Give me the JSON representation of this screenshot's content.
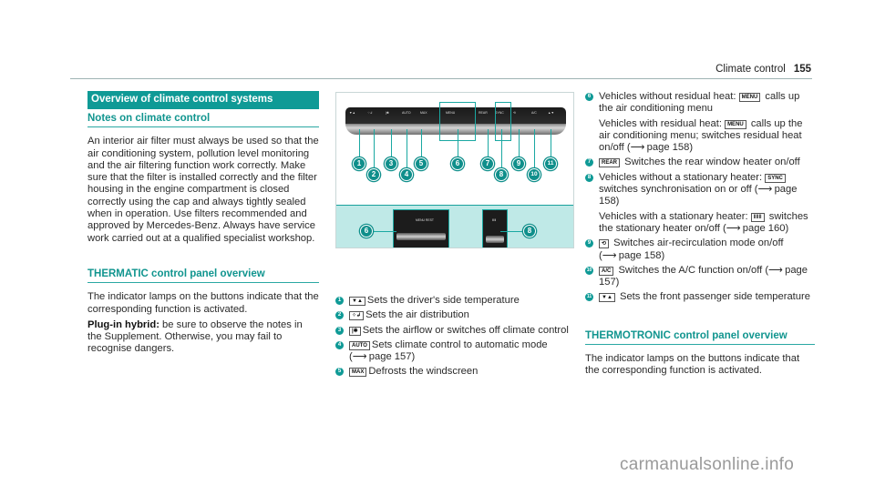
{
  "header": {
    "section": "Climate control",
    "page": "155"
  },
  "col1": {
    "banner": "Overview of climate control systems",
    "notes_heading": "Notes on climate control",
    "notes_text": "An interior air filter must always be used so that the air conditioning system, pollution level monitoring and the air filtering function work correctly. Make sure that the filter is installed correctly and the filter housing in the engine compartment is closed correctly using the cap and always tightly sealed when in operation. Use filters recommended and approved by Mercedes-Benz. Always have service work carried out at a qualified specialist workshop.",
    "thermatic_heading": "THERMATIC control panel overview",
    "thermatic_text": "The indicator lamps on the buttons indicate that the corresponding function is activated.",
    "hybrid_label": "Plug-in hybrid:",
    "hybrid_text": " be sure to observe the notes in the Supplement. Otherwise, you may fail to recognise dangers."
  },
  "diagram": {
    "panel_labels": [
      "▼▲",
      "⁘↲",
      "|✱",
      "AUTO",
      "MAX",
      "MENU",
      "REAR",
      "SYNC",
      "⟲",
      "A/C",
      "▲▼"
    ],
    "markers": [
      "1",
      "2",
      "3",
      "4",
      "5",
      "6",
      "7",
      "8",
      "9",
      "10",
      "11"
    ],
    "inset_left_marker": "6",
    "inset_right_marker": "8",
    "inset_left_label": "MENU REST",
    "inset_right_label": "‖‖‖"
  },
  "col2": {
    "items": [
      {
        "num": "1",
        "key": "▼▲",
        "text": "Sets the driver's side temperature"
      },
      {
        "num": "2",
        "key": "⁘↲",
        "text": "Sets the air distribution"
      },
      {
        "num": "3",
        "key": "|✱",
        "text": "Sets the airflow or switches off climate control"
      },
      {
        "num": "4",
        "key": "AUTO",
        "text": "Sets climate control to automatic mode (",
        "ref": "page 157)"
      },
      {
        "num": "5",
        "key": "MAX",
        "text": "Defrosts the windscreen"
      }
    ]
  },
  "col3": {
    "items": [
      {
        "num": "6",
        "lines": [
          {
            "pre": "Vehicles without residual heat: ",
            "key": "MENU",
            "post": " calls up the air conditioning menu"
          },
          {
            "pre": "Vehicles with residual heat: ",
            "key": "MENU",
            "post": " calls up the air conditioning menu; switches residual heat on/off (",
            "ref": "page 158)"
          }
        ]
      },
      {
        "num": "7",
        "lines": [
          {
            "pre": "",
            "key": "REAR",
            "post": " Switches the rear window heater on/off"
          }
        ]
      },
      {
        "num": "8",
        "lines": [
          {
            "pre": "Vehicles without a stationary heater: ",
            "key": "SYNC",
            "post": " switches synchronisation on or off (",
            "ref": "page 158)"
          },
          {
            "pre": "Vehicles with a stationary heater: ",
            "key": "‖‖‖",
            "post": " switches the stationary heater on/off (",
            "ref": "page 160)"
          }
        ]
      },
      {
        "num": "9",
        "lines": [
          {
            "pre": "",
            "key": "⟲",
            "post": " Switches air-recirculation mode on/off (",
            "ref": "page 158)"
          }
        ]
      },
      {
        "num": "10",
        "lines": [
          {
            "pre": "",
            "key": "A/C",
            "post": " Switches the A/C function on/off (",
            "ref": "page 157)"
          }
        ]
      },
      {
        "num": "11",
        "lines": [
          {
            "pre": "",
            "key": "▼▲",
            "post": " Sets the front passenger side temperature"
          }
        ]
      }
    ],
    "thermotronic_heading": "THERMOTRONIC control panel overview",
    "thermotronic_text": "The indicator lamps on the buttons indicate that the corresponding function is activated."
  },
  "arrow": "⟶",
  "watermark": "carmanualsonline.info"
}
